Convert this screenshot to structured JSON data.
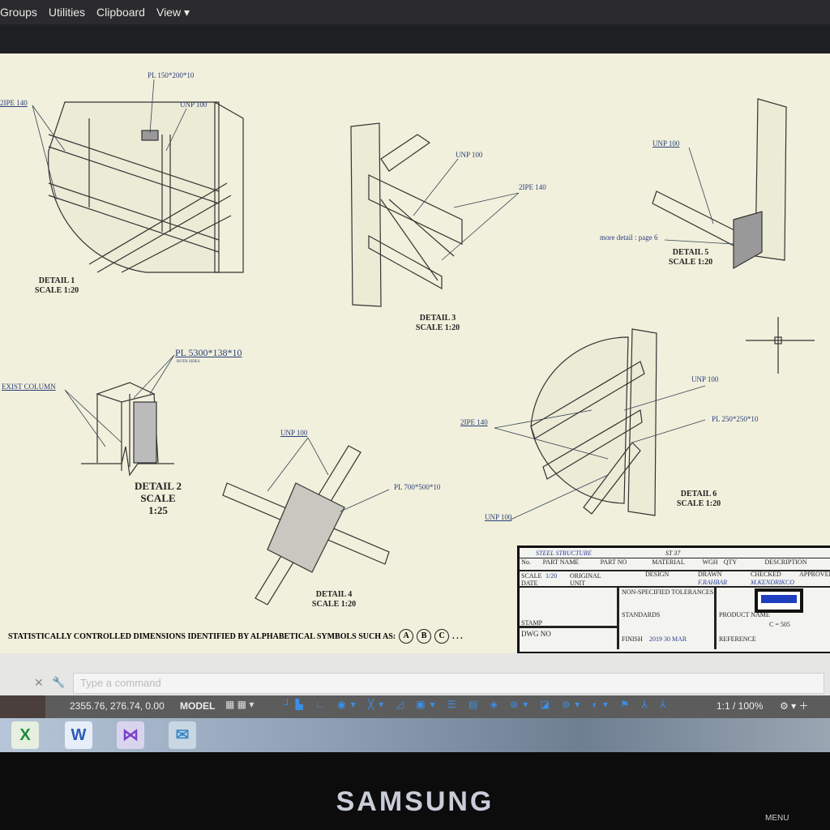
{
  "menu": {
    "items": [
      "Groups",
      "Utilities",
      "Clipboard",
      "View ▾"
    ]
  },
  "drawing": {
    "detail1": {
      "title": "DETAIL 1",
      "scale": "SCALE 1:20",
      "labels": [
        "PL 150*200*10",
        "2IPE 140",
        "UNP 100"
      ]
    },
    "detail2": {
      "title": "DETAIL 2",
      "scale": "SCALE",
      "scale2": "1:25",
      "labels": [
        "PL 5300*138*10",
        "BOTH SIDES",
        "EXIST COLUMN"
      ]
    },
    "detail3": {
      "title": "DETAIL 3",
      "scale": "SCALE 1:20",
      "labels": [
        "UNP 100",
        "2IPE 140"
      ]
    },
    "detail4": {
      "title": "DETAIL 4",
      "scale": "SCALE 1:20",
      "labels": [
        "UNP 100",
        "PL 700*500*10"
      ]
    },
    "detail5": {
      "title": "DETAIL 5",
      "scale": "SCALE 1:20",
      "labels": [
        "UNP 100",
        "more detail : page 6"
      ]
    },
    "detail6": {
      "title": "DETAIL 6",
      "scale": "SCALE 1:20",
      "labels": [
        "UNP 100",
        "2IPE 140",
        "PL 250*250*10",
        "UNP 100"
      ]
    },
    "note": "STATISTICALLY CONTROLLED DIMENSIONS IDENTIFIED BY ALPHABETICAL SYMBOLS SUCH AS:",
    "symbols": [
      "A",
      "B",
      "C"
    ],
    "ellipsis": ". . ."
  },
  "title_block": {
    "project": "STEEL STRUCTURE",
    "sheet": "ST 37",
    "headers": [
      "No.",
      "PART NAME",
      "PART NO",
      "MATERIAL",
      "WGH",
      "QTY",
      "DESCRIPTION"
    ],
    "scale_label": "SCALE",
    "scale_value": "1/20",
    "original_label": "ORIGINAL",
    "date_label": "DATE",
    "unit_label": "UNIT",
    "design": "DESIGN",
    "drawn": "DRAWN",
    "drawn_by": "F.RAHBAR",
    "checked": "CHECKED",
    "checked_by": "M.KENDRIKCO",
    "approved": "APPROVED",
    "tolerances": "NON-SPECIFIED TOLERANCES",
    "standards": "STANDARDS",
    "product_name": "PRODUCT NAME",
    "product_value": "C = 505",
    "stamp": "STAMP",
    "dwg_no": "DWG NO",
    "finish": "FINISH",
    "finish_date": "2019 30 MAR",
    "reference": "REFERENCE"
  },
  "command": {
    "placeholder": "Type a command"
  },
  "status": {
    "coords": "2355.76, 276.74, 0.00",
    "model": "MODEL",
    "scale": "1:1 / 100%"
  },
  "taskbar": {
    "apps": [
      "excel",
      "word",
      "visual-studio",
      "outlook"
    ]
  },
  "monitor": {
    "brand": "SAMSUNG",
    "menu": "MENU"
  }
}
